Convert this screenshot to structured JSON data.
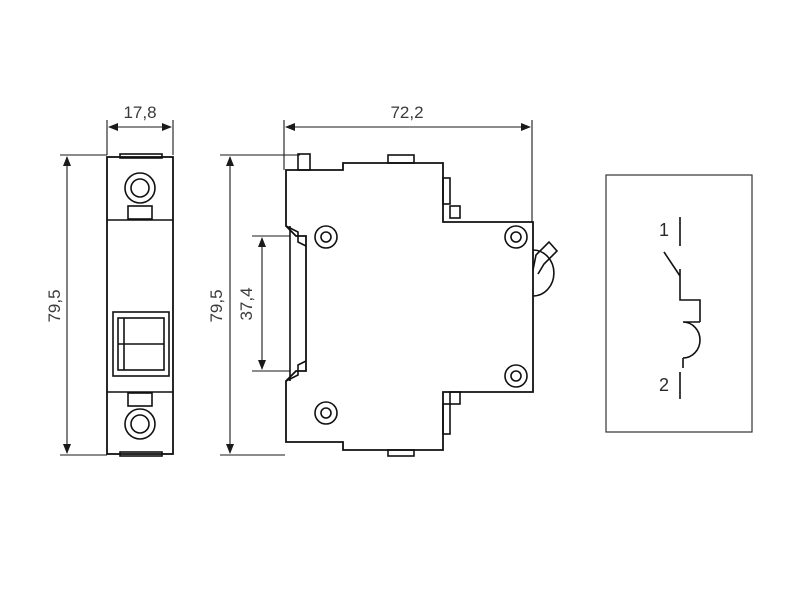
{
  "dimensions": {
    "front_width": "17,8",
    "front_height": "79,5",
    "side_width": "72,2",
    "side_height": "79,5",
    "rail_height": "37,4"
  },
  "symbol": {
    "terminal_top": "1",
    "terminal_bottom": "2"
  },
  "colors": {
    "line": "#111111",
    "text": "#3a3a3a",
    "background": "#ffffff"
  }
}
